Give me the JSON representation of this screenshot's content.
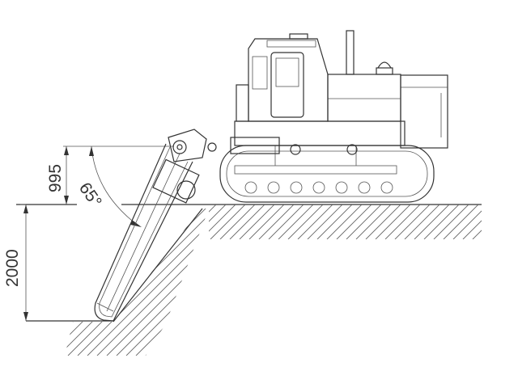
{
  "drawing": {
    "dimensions": {
      "boom_pivot_height": "995",
      "boom_angle": "65°",
      "trench_depth": "2000"
    },
    "colors": {
      "line": "#333333",
      "background": "#ffffff"
    }
  }
}
